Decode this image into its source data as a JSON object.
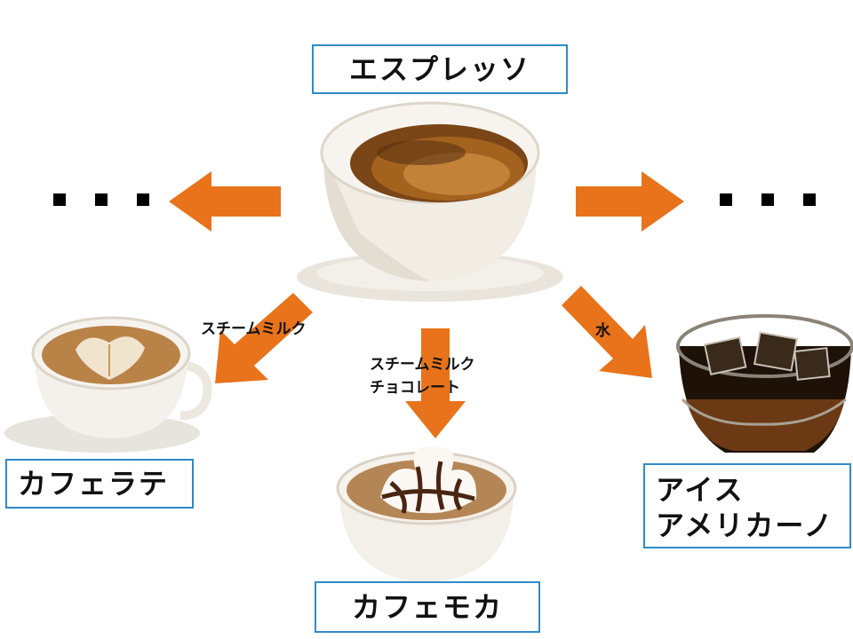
{
  "colors": {
    "arrow": "#e8731a",
    "box_border": "#2e8bc9",
    "text": "#111111"
  },
  "nodes": {
    "espresso": {
      "label": "エスプレッソ"
    },
    "latte": {
      "label": "カフェラテ"
    },
    "mocha": {
      "label": "カフェモカ"
    },
    "americano": {
      "label_lines": [
        "アイス",
        "アメリカーノ"
      ]
    }
  },
  "edges": {
    "to_latte": {
      "label": "スチームミルク"
    },
    "to_mocha": {
      "label_lines": [
        "スチームミルク",
        "チョコレート"
      ]
    },
    "to_americano": {
      "label": "水"
    }
  },
  "continuation": {
    "left": "・・・",
    "right": "・・・"
  }
}
